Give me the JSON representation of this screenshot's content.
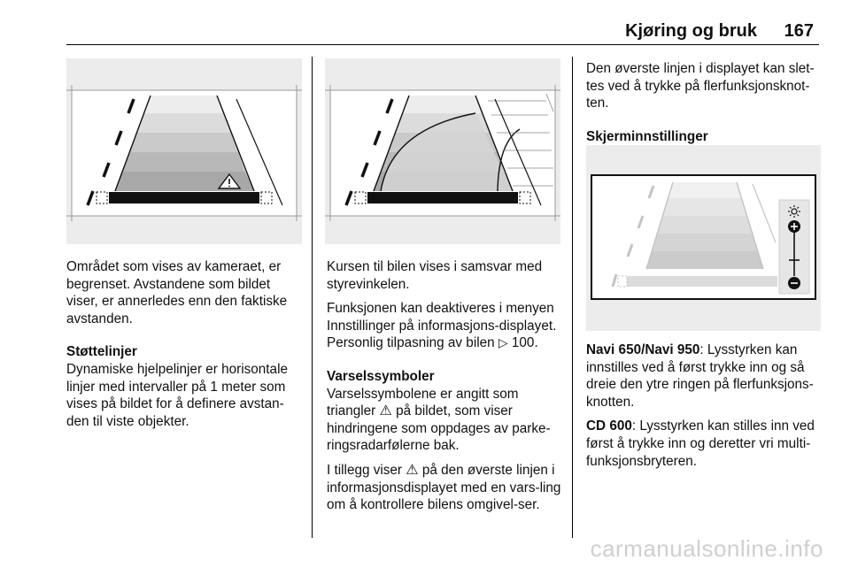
{
  "header": {
    "title": "Kjøring og bruk",
    "page_number": "167"
  },
  "col1": {
    "p1": "Området som vises av kameraet, er begrenset. Avstandene som bildet viser, er annerledes enn den faktiske avstanden.",
    "heading1": "Støttelinjer",
    "p2": "Dynamiske hjelpelinjer er horisontale linjer med intervaller på 1 meter som vises på bildet for å definere avstan-den til viste objekter."
  },
  "col2": {
    "p1": "Kursen til bilen vises i samsvar med styrevinkelen.",
    "p2": "Funksjonen kan deaktiveres i menyen Innstillinger på informasjons-displayet. Personlig tilpasning av bilen",
    "p2_ref_icon": "page-reference-arrow",
    "p2_ref_page": "100.",
    "heading2": "Varselssymboler",
    "p3a": "Varselssymbolene er angitt som triangler",
    "p3_icon": "warning-triangle",
    "p3b": "på bildet, som viser hindringene som oppdages av parke-ringsradarfølerne bak.",
    "p4a": "I tillegg viser",
    "p4_icon": "warning-triangle",
    "p4b": "på den øverste linjen i informasjonsdisplayet med en vars-ling om å kontrollere bilens omgivel-ser."
  },
  "col3": {
    "p1": "Den øverste linjen i displayet kan slet-tes ved å trykke på flerfunksjonsknot-ten.",
    "heading3": "Skjerminnstillinger",
    "p2_label": "Navi 650/Navi 950",
    "p2": ": Lysstyrken kan innstilles ved å først trykke inn og så dreie den ytre ringen på flerfunksjons-knotten.",
    "p3_label": "CD 600",
    "p3": ": Lysstyrken kan stilles inn ved først å trykke inn og deretter vri multi-funksjonsbryteren."
  },
  "icons": {
    "warning": "warning-triangle-icon",
    "brightness": "sun-icon",
    "plus": "plus-icon",
    "minus": "minus-icon"
  },
  "colors": {
    "figure_bg": "#ececec",
    "band_light": "#e2e2e2",
    "band_dark": "#a8a8a8",
    "ink": "#111111"
  },
  "watermark": "carmanualsonline.info"
}
